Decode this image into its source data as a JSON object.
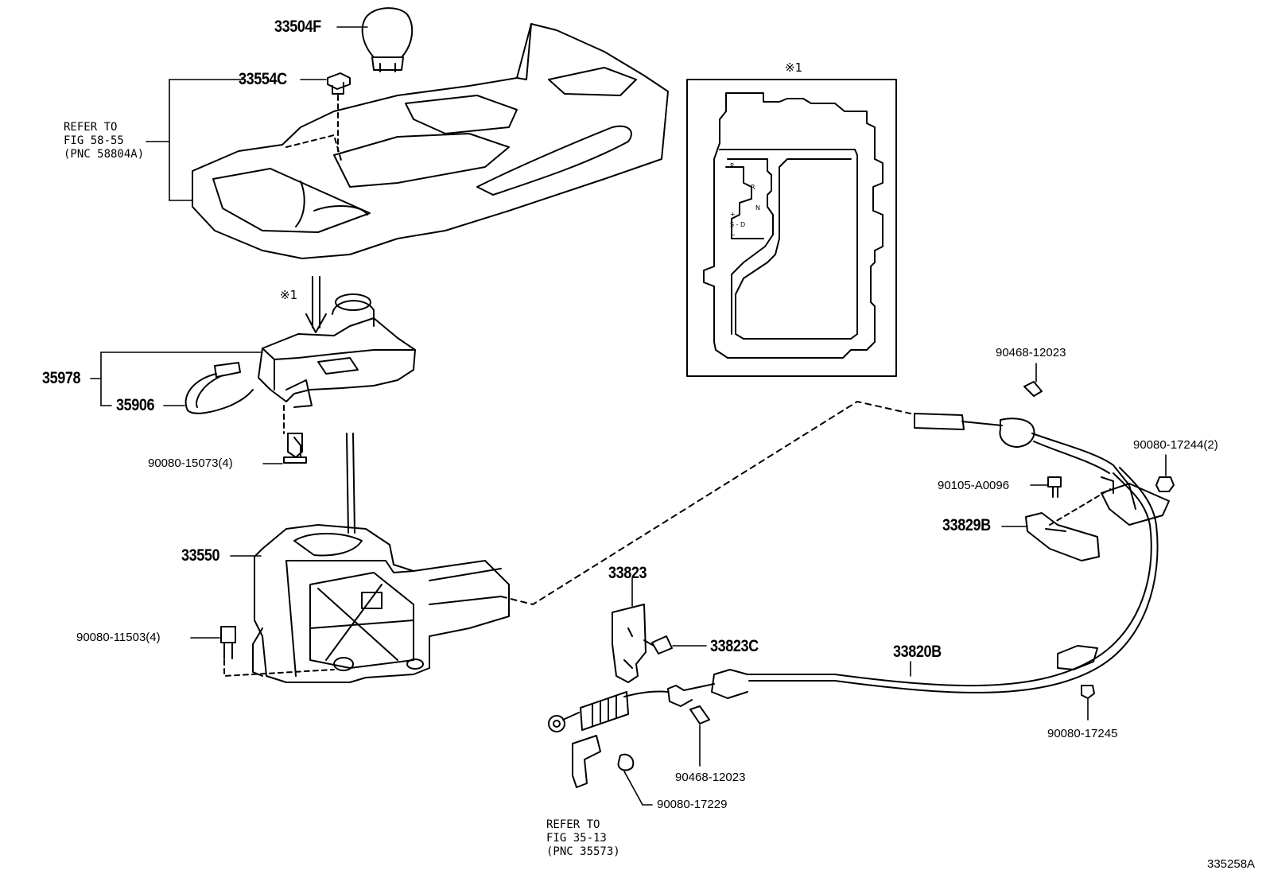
{
  "parts": {
    "p33504F": "33504F",
    "p33554C": "33554C",
    "p35978": "35978",
    "p35906": "35906",
    "p90080_15073": "90080-15073(4)",
    "p33550": "33550",
    "p90080_11503": "90080-11503(4)",
    "p33823": "33823",
    "p33823C": "33823C",
    "p33820B": "33820B",
    "p90468_12023_a": "90468-12023",
    "p90468_12023_b": "90468-12023",
    "p90080_17244": "90080-17244(2)",
    "p90105_A0096": "90105-A0096",
    "p33829B": "33829B",
    "p90080_17245": "90080-17245",
    "p90080_17229": "90080-17229"
  },
  "notes": {
    "refer_58": "REFER TO\nFIG 58-55\n(PNC 58804A)",
    "refer_35": "REFER TO\nFIG 35-13\n(PNC 35573)"
  },
  "marks": {
    "detail_mark_box": "※1",
    "detail_mark_arrow": "※1"
  },
  "gate_labels": {
    "p": "P",
    "r": "R",
    "n": "N",
    "d": "S - D",
    "plus": "+",
    "minus": "−"
  },
  "figure_ref": "335258A"
}
